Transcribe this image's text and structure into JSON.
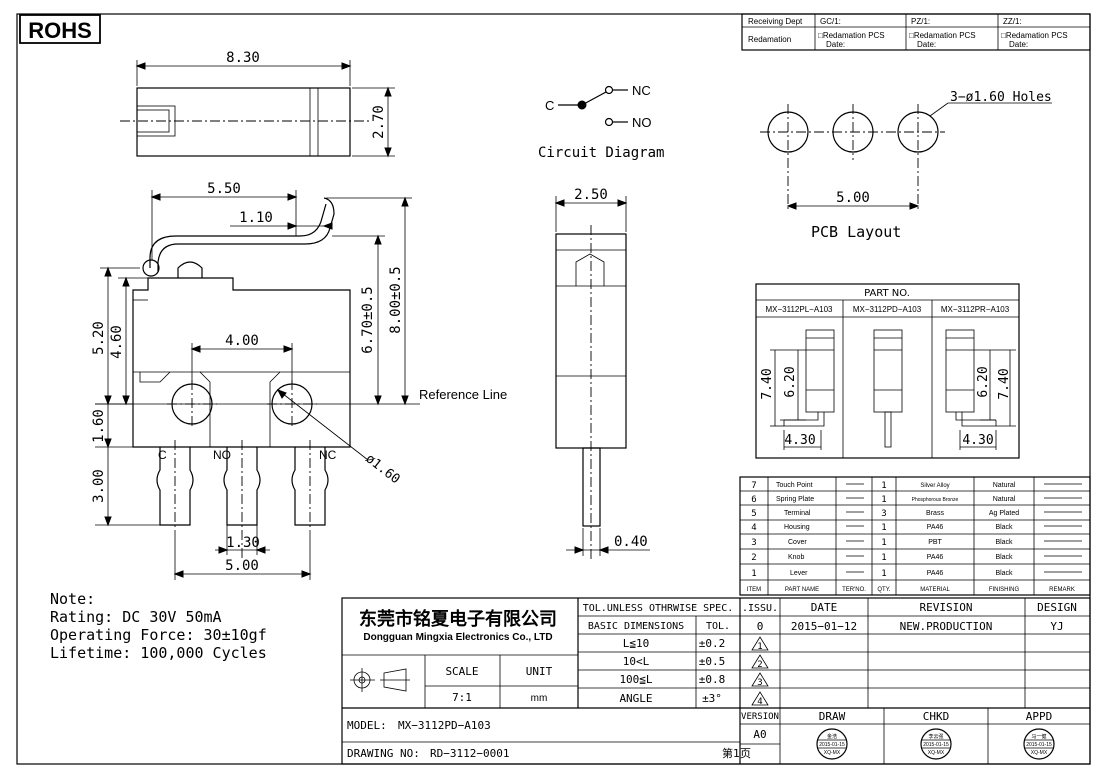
{
  "rohs": "ROHS",
  "receiving": {
    "dept_label": "Receiving Dept",
    "redamation_label": "Redamation",
    "cols": [
      "GC/1:",
      "PZ/1:",
      "ZZ/1:"
    ],
    "pcs_line": "□Redamation  PCS",
    "date_line": "Date:"
  },
  "dims": {
    "top_len": "8.30",
    "top_h": "2.70",
    "lever_x": "5.50",
    "lever_off": "1.10",
    "body_h": "5.20",
    "body_mid": "4.60",
    "hole_span": "4.00",
    "h1": "6.70±0.5",
    "h2": "8.00±0.5",
    "mount": "1.60",
    "term_len": "3.00",
    "pin_w": "1.30",
    "pin_span": "5.00",
    "hole_dia": "ø1.60",
    "side_w": "2.50",
    "side_pin": "0.40"
  },
  "labels": {
    "reference_line": "Reference Line",
    "pin_c": "C",
    "pin_no": "NO",
    "pin_nc": "NC"
  },
  "circuit": {
    "title": "Circuit Diagram",
    "c": "C",
    "nc": "NC",
    "no": "NO"
  },
  "pcb": {
    "holes_note": "3−ø1.60  Holes",
    "pitch": "5.00",
    "title": "PCB  Layout"
  },
  "part_no": {
    "title": "PART  NO.",
    "parts": [
      "MX−3112PL−A103",
      "MX−3112PD−A103",
      "MX−3112PR−A103"
    ],
    "h_outer": "7.40",
    "h_inner": "6.20",
    "w": "4.30"
  },
  "bom": {
    "rows": [
      {
        "item": "7",
        "name": "Touch Point",
        "qty": "1",
        "material": "Silver Alloy",
        "finish": "Natural"
      },
      {
        "item": "6",
        "name": "Spring Plate",
        "qty": "1",
        "material": "Phosphorous Bronze",
        "finish": "Natural"
      },
      {
        "item": "5",
        "name": "Terminal",
        "qty": "3",
        "material": "Brass",
        "finish": "Ag Plated"
      },
      {
        "item": "4",
        "name": "Housing",
        "qty": "1",
        "material": "PA46",
        "finish": "Black"
      },
      {
        "item": "3",
        "name": "Cover",
        "qty": "1",
        "material": "PBT",
        "finish": "Black"
      },
      {
        "item": "2",
        "name": "Knob",
        "qty": "1",
        "material": "PA46",
        "finish": "Black"
      },
      {
        "item": "1",
        "name": "Lever",
        "qty": "1",
        "material": "PA46",
        "finish": "Black"
      }
    ],
    "headers": [
      "ITEM",
      "PART NAME",
      "TER'NO.",
      "QTY.",
      "MATERIAL",
      "FINISHING",
      "REMARK"
    ]
  },
  "note": {
    "title": "Note:",
    "rating": "Rating: DC 30V 50mA",
    "force": "Operating Force: 30±10gf",
    "lifetime": "Lifetime:   100,000 Cycles"
  },
  "title_block": {
    "company_cn": "东莞市铭夏电子有限公司",
    "company_en": "Dongguan Mingxia Electronics Co., LTD",
    "tol_header": "TOL.UNLESS OTHRWISE SPEC.",
    "basic_dim": "BASIC DIMENSIONS",
    "tol": "TOL.",
    "tol_rows": [
      {
        "dim": "L≦10",
        "tol": "±0.2"
      },
      {
        "dim": "10<L",
        "tol": "±0.5"
      },
      {
        "dim": "100≦L",
        "tol": "±0.8"
      },
      {
        "dim": "ANGLE",
        "tol": "±3°"
      }
    ],
    "scale_label": "SCALE",
    "scale": "7:1",
    "unit_label": "UNIT",
    "unit": "mm",
    "model_label": "MODEL:",
    "model": "MX−3112PD−A103",
    "drawing_label": "DRAWING NO:",
    "drawing": "RD−3112−0001",
    "page": "第1页",
    "issu": ".ISSU.",
    "date": "DATE",
    "revision": "REVISION",
    "design": "DESIGN",
    "rev_row": {
      "issu": "0",
      "date": "2015−01−12",
      "revision": "NEW.PRODUCTION",
      "design": "YJ"
    },
    "rev_marks": [
      "1",
      "2",
      "3",
      "4"
    ],
    "version_label": "VERSION",
    "version": "A0",
    "draw": "DRAW",
    "chkd": "CHKD",
    "appd": "APPD",
    "stamps": [
      {
        "name": "金浩",
        "date": "2015-01-15",
        "code": "XQ-MX"
      },
      {
        "name": "李云强",
        "date": "2015-01-15",
        "code": "XQ-MX"
      },
      {
        "name": "马一健",
        "date": "2015-01-15",
        "code": "XQ-MX"
      }
    ]
  }
}
